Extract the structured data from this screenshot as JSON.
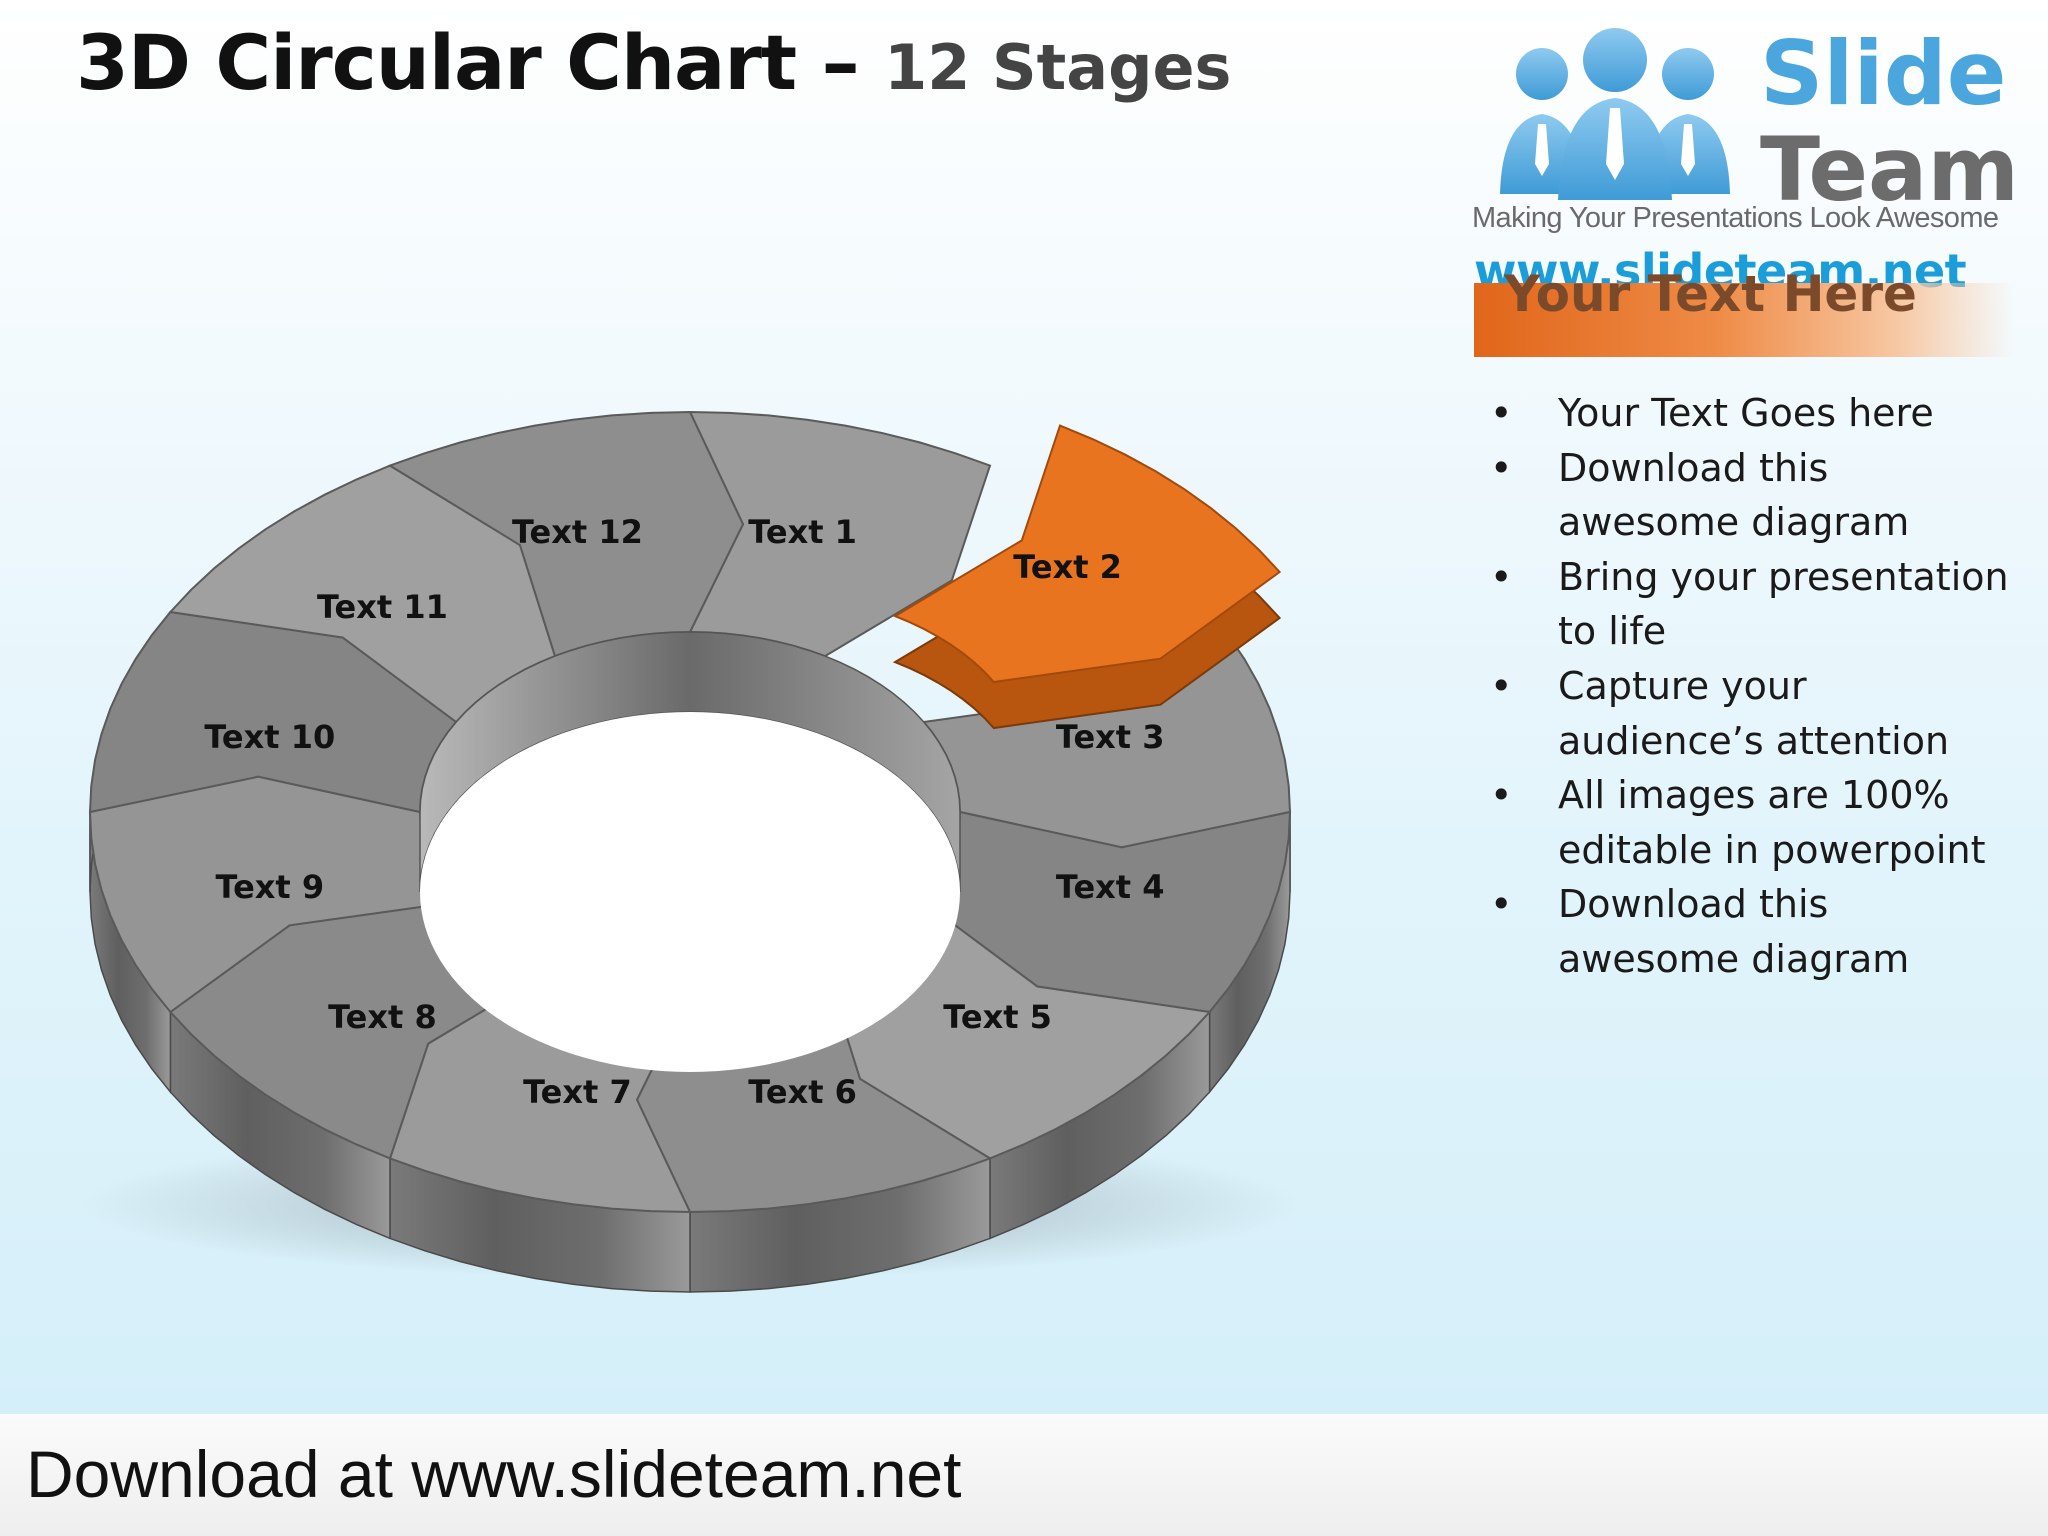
{
  "title": {
    "main": "3D Circular Chart",
    "dash": "–",
    "subtitle": "12 Stages"
  },
  "logo": {
    "word1": "Slide",
    "word2": "Team",
    "tagline": "Making Your Presentations Look Awesome",
    "url": "www.slideteam.net",
    "colors": {
      "blue": "#4aa6dc",
      "grey": "#6c6c6c"
    }
  },
  "side_panel": {
    "header": "Your Text Here",
    "header_color": "#e0661a",
    "bullets": [
      "Your Text Goes here",
      "Download this awesome diagram",
      "Bring your presentation to life",
      "Capture your audience’s attention",
      "All images are 100% editable in powerpoint",
      "Download this awesome diagram"
    ]
  },
  "diagram": {
    "stages": [
      "Text 1",
      "Text 2",
      "Text 3",
      "Text 4",
      "Text 5",
      "Text 6",
      "Text 7",
      "Text 8",
      "Text 9",
      "Text 10",
      "Text 11",
      "Text 12"
    ],
    "highlighted_stage": "Text 2",
    "highlight_color": "#e87420",
    "segment_color": "#8e8e8e"
  },
  "footer": {
    "text": "Download at www.slideteam.net"
  }
}
